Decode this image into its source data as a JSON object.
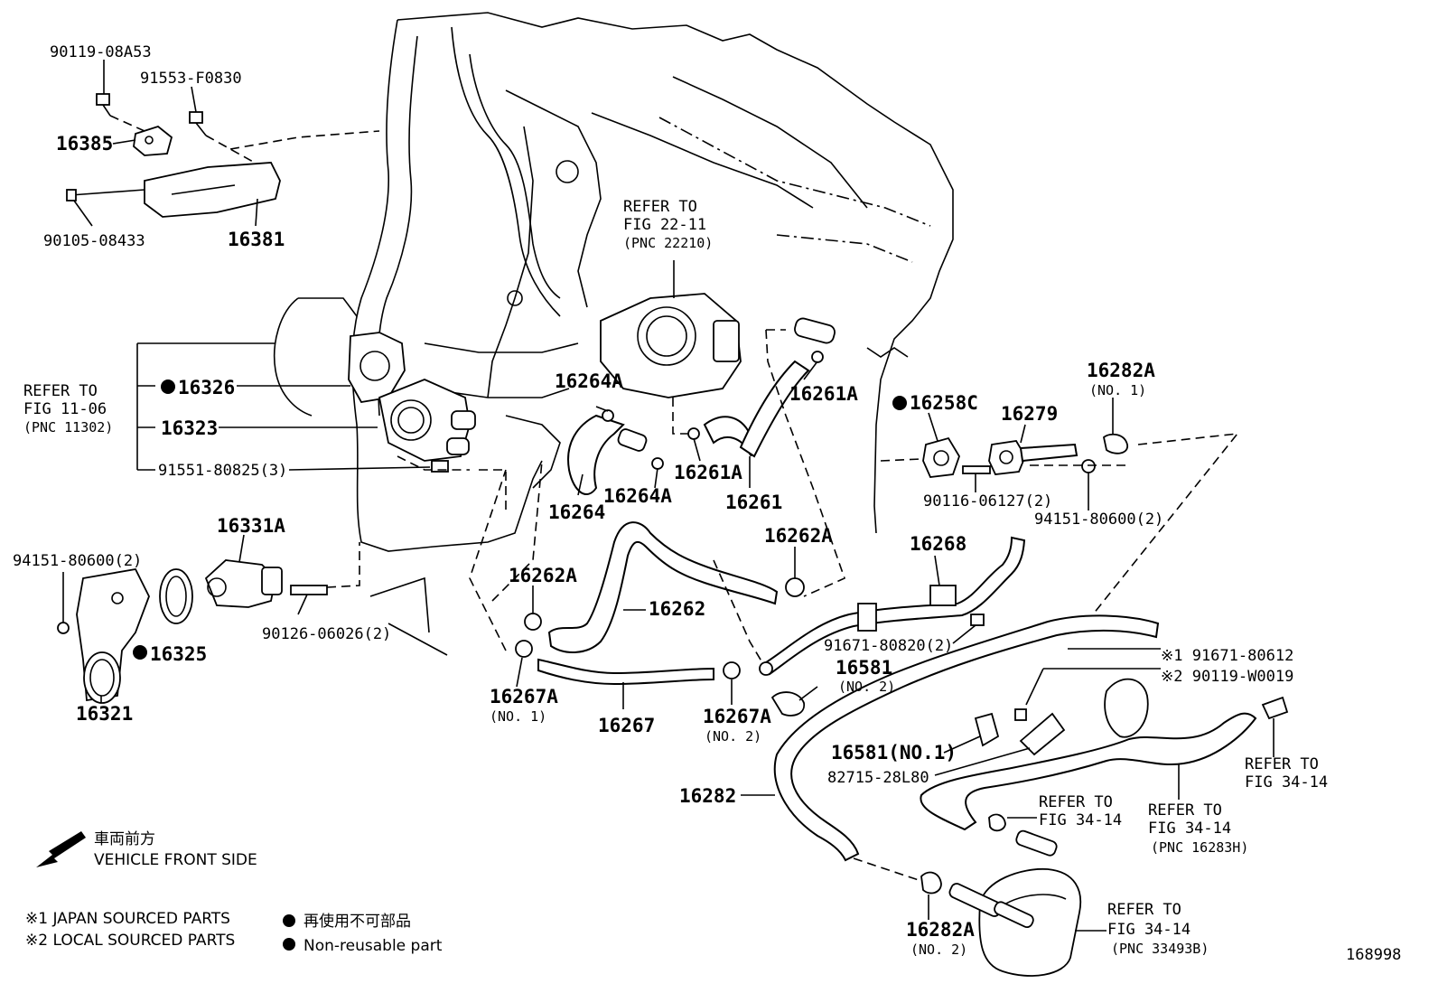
{
  "diagram_id": "168998",
  "parts": {
    "p90119_08A53": "90119-08A53",
    "p91553_F0830": "91553-F0830",
    "p16385": "16385",
    "p90105_08433": "90105-08433",
    "p16381": "16381",
    "p16326": "16326",
    "p16323": "16323",
    "p91551_80825": "91551-80825(3)",
    "p16331A": "16331A",
    "p94151_80600_a": "94151-80600(2)",
    "p90126_06026": "90126-06026(2)",
    "p16325": "16325",
    "p16321": "16321",
    "p16264A_a": "16264A",
    "p16264A_b": "16264A",
    "p16264": "16264",
    "p16261A_a": "16261A",
    "p16261A_b": "16261A",
    "p16261": "16261",
    "p16262A_a": "16262A",
    "p16262A_b": "16262A",
    "p16262": "16262",
    "p16267A_a": "16267A",
    "p16267A_a_sub": "(NO. 1)",
    "p16267A_b": "16267A",
    "p16267A_b_sub": "(NO. 2)",
    "p16267": "16267",
    "p16258C": "16258C",
    "p16279": "16279",
    "p16282A_a": "16282A",
    "p16282A_a_sub": "(NO. 1)",
    "p90116_06127": "90116-06127(2)",
    "p94151_80600_b": "94151-80600(2)",
    "p16268": "16268",
    "p91671_80820": "91671-80820(2)",
    "p16581_a": "16581",
    "p16581_a_sub": "(NO. 2)",
    "p16581_b": "16581(NO.1)",
    "p82715": "82715-28L80",
    "p16282": "16282",
    "p16282A_b": "16282A",
    "p16282A_b_sub": "(NO. 2)",
    "x1_part": "※1 91671-80612",
    "x2_part": "※2 90119-W0019"
  },
  "refs": {
    "r22_11_a": "REFER TO",
    "r22_11_b": "FIG 22-11",
    "r22_11_c": "(PNC 22210)",
    "r11_06_a": "REFER TO",
    "r11_06_b": "FIG 11-06",
    "r11_06_c": "(PNC 11302)",
    "r34_14_1a": "REFER TO",
    "r34_14_1b": "FIG 34-14",
    "r34_14_2a": "REFER TO",
    "r34_14_2b": "FIG 34-14",
    "r34_14_2c": "(PNC 16283H)",
    "r34_14_3a": "REFER TO",
    "r34_14_3b": "FIG 34-14",
    "r34_14_4a": "REFER TO",
    "r34_14_4b": "FIG 34-14",
    "r34_14_4c": "(PNC 33493B)"
  },
  "legend": {
    "front_jp": "車両前方",
    "front_en": "VEHICLE FRONT SIDE",
    "note1": "※1 JAPAN SOURCED PARTS",
    "note2": "※2 LOCAL SOURCED PARTS",
    "nonreuse_jp": "再使用不可部品",
    "nonreuse_en": "Non-reusable part"
  }
}
